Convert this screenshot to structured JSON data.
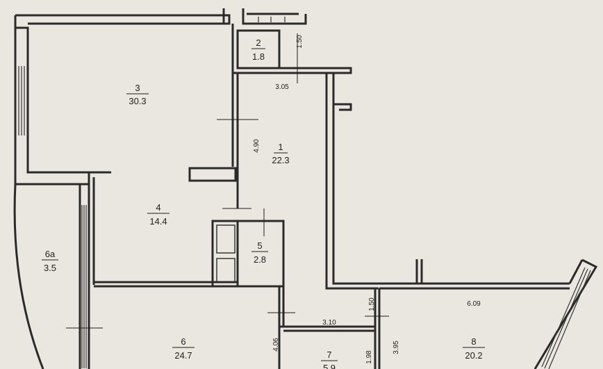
{
  "rooms": [
    {
      "number": "1",
      "area": "22.3"
    },
    {
      "number": "2",
      "area": "1.8"
    },
    {
      "number": "3",
      "area": "30.3"
    },
    {
      "number": "4",
      "area": "14.4"
    },
    {
      "number": "5",
      "area": "2.8"
    },
    {
      "number": "6",
      "area": "24.7"
    },
    {
      "number": "6a",
      "area": "3.5"
    },
    {
      "number": "7",
      "area": "5.9"
    },
    {
      "number": "8",
      "area": "20.2"
    }
  ],
  "dimensions": {
    "room2_height": "1.50",
    "corridor_width": "3.05",
    "room1_height": "4.90",
    "room8_width": "6.09",
    "link_height": "1.50",
    "room7_width": "3.10",
    "room7_height_left": "4.06",
    "room7_height_right": "1.98",
    "room8_height": "3.95"
  }
}
